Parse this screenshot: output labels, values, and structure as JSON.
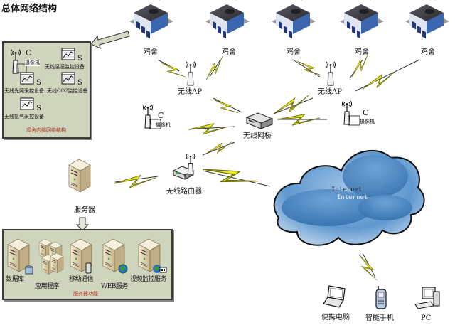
{
  "title": "总体网络结构",
  "colors": {
    "panel_bg": "#cfd5bd",
    "bolt": "#e8ec1a",
    "cloud": "#3f7fc0",
    "caption": "#b0301a"
  },
  "coop_panel": {
    "caption": "鸡舍内部网络结构",
    "devices": [
      {
        "icon": "camera-icon",
        "letter": "C",
        "label": "摄像机"
      },
      {
        "icon": "sensor-chart-icon",
        "letter": "S",
        "label": "无线温湿监控设备"
      },
      {
        "icon": "sensor-chart-icon",
        "letter": "S",
        "label": "无线光照采控设备"
      },
      {
        "icon": "sensor-chart-icon",
        "letter": "S",
        "label": "无线CO2监控设备"
      },
      {
        "icon": "sensor-chart-icon",
        "letter": "S",
        "label": "无线氨气采控设备"
      }
    ]
  },
  "coops": [
    {
      "label": "鸡舍"
    },
    {
      "label": "鸡舍"
    },
    {
      "label": "鸡舍"
    },
    {
      "label": "鸡舍"
    },
    {
      "label": "鸡舍"
    }
  ],
  "network": {
    "ap_left": "无线AP",
    "ap_right": "无线AP",
    "bridge": "无线网桥",
    "router": "无线路由器",
    "camera_left": {
      "letter": "C",
      "label": "摄像机"
    },
    "camera_right": {
      "letter": "C",
      "label": "摄像机"
    },
    "server": "服务器",
    "internet": "Internet",
    "internet_shadow": "Internet"
  },
  "server_panel": {
    "caption": "服务器功能",
    "services": [
      {
        "icon": "database-server-icon",
        "label": "数据库"
      },
      {
        "icon": "application-server-icon",
        "label": "应用程序"
      },
      {
        "icon": "mobile-server-icon",
        "label": "移动通信"
      },
      {
        "icon": "web-server-icon",
        "label": "WEB服务"
      },
      {
        "icon": "video-server-icon",
        "label": "视频监控服务"
      }
    ]
  },
  "clients": [
    {
      "icon": "laptop-icon",
      "label": "便携电脑"
    },
    {
      "icon": "smartphone-icon",
      "label": "智能手机"
    },
    {
      "icon": "desktop-pc-icon",
      "label": "PC"
    }
  ]
}
